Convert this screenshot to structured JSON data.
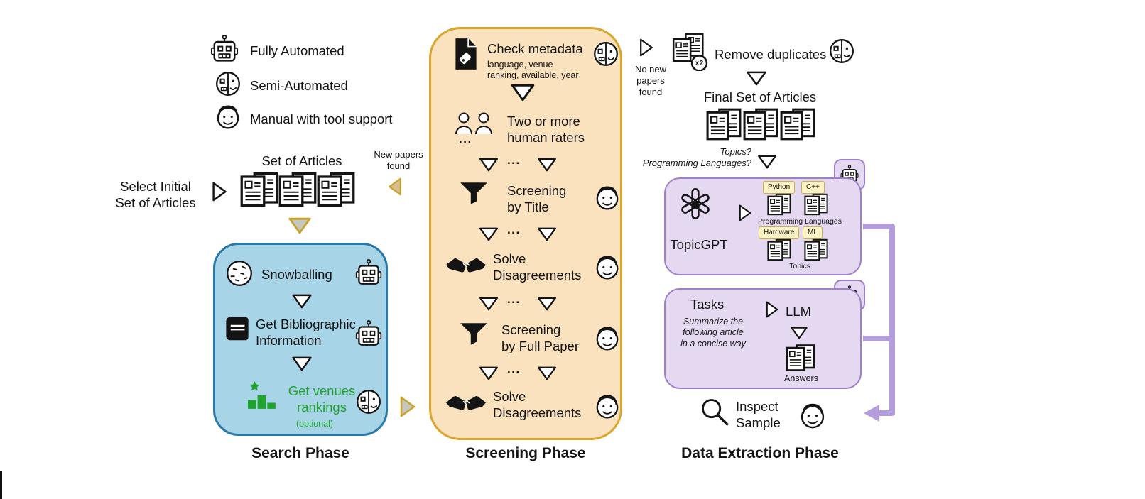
{
  "colors": {
    "green": "#1FA32E",
    "gold": "#C8A22B",
    "tan_fill": "#D7BE93",
    "gray_fill": "#C6C8C0",
    "blue_fill": "#A8D4E8",
    "blue_stroke": "#2878A8",
    "orange_fill": "#FBE2BE",
    "orange_stroke": "#D9A62B",
    "purple_fill": "#E4D9F1",
    "purple_stroke": "#9D80C8",
    "purple_arrow": "#B49DDB",
    "badge_fill": "#FDF2C3",
    "badge_stroke": "#C9AF52",
    "ink": "#141414"
  },
  "legend": {
    "fully_automated": "Fully Automated",
    "semi_automated": "Semi-Automated",
    "manual": "Manual with tool support"
  },
  "shared": {
    "ellipsis": "..."
  },
  "search": {
    "select_initial": "Select Initial\nSet of Articles",
    "set_of_articles": "Set of Articles",
    "new_papers_found": "New papers\nfound",
    "snowballing": "Snowballing",
    "get_bibliographic": "Get Bibliographic\nInformation",
    "get_venues": "Get venues\nrankings",
    "optional": "(optional)",
    "title": "Search Phase"
  },
  "screening": {
    "check_metadata": "Check metadata",
    "check_metadata_detail": "language, venue\nranking, available, year",
    "raters": "Two or more\nhuman raters",
    "screening_by_title": "Screening\nby Title",
    "solve_disagreements_1": "Solve\nDisagreements",
    "screening_by_full_paper": "Screening\nby Full Paper",
    "solve_disagreements_2": "Solve\nDisagreements",
    "title": "Screening Phase"
  },
  "extraction": {
    "no_new_papers": "No new\npapers\nfound",
    "remove_duplicates": "Remove duplicates",
    "x2_label": "x2",
    "final_set": "Final Set of Articles",
    "questions": "Topics?\nProgramming Languages?",
    "topicgpt": "TopicGPT",
    "badge_python": "Python",
    "badge_cpp": "C++",
    "programming_languages": "Programming Languages",
    "badge_hardware": "Hardware",
    "badge_ml": "ML",
    "topics": "Topics",
    "tasks": "Tasks",
    "task_prompt": "Summarize the\nfollowing article\nin a concise way",
    "llm": "LLM",
    "answers": "Answers",
    "inspect_sample": "Inspect\nSample",
    "title": "Data Extraction Phase"
  }
}
